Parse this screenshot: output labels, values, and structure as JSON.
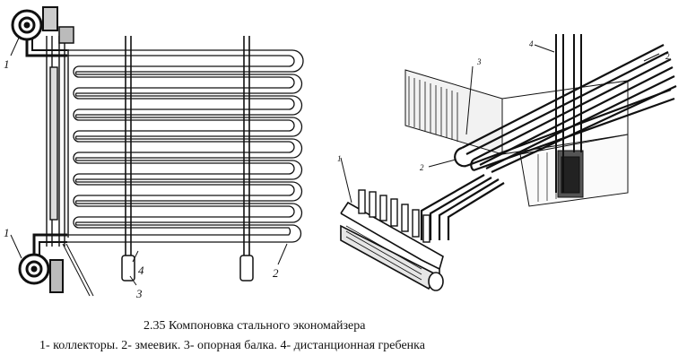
{
  "caption": {
    "title": "2.35  Компоновка стального экономайзера",
    "legend": "1- коллекторы.  2- змеевик.  3- опорная балка.  4- дистанционная гребенка"
  },
  "left_view": {
    "labels": {
      "collector_top": "1",
      "collector_bottom": "1",
      "coil": "2",
      "beam": "3",
      "comb": "4"
    }
  },
  "right_view": {
    "labels": {
      "collector": "1",
      "coil_a": "2",
      "coil_b": "2",
      "beam": "3",
      "comb": "4"
    }
  }
}
